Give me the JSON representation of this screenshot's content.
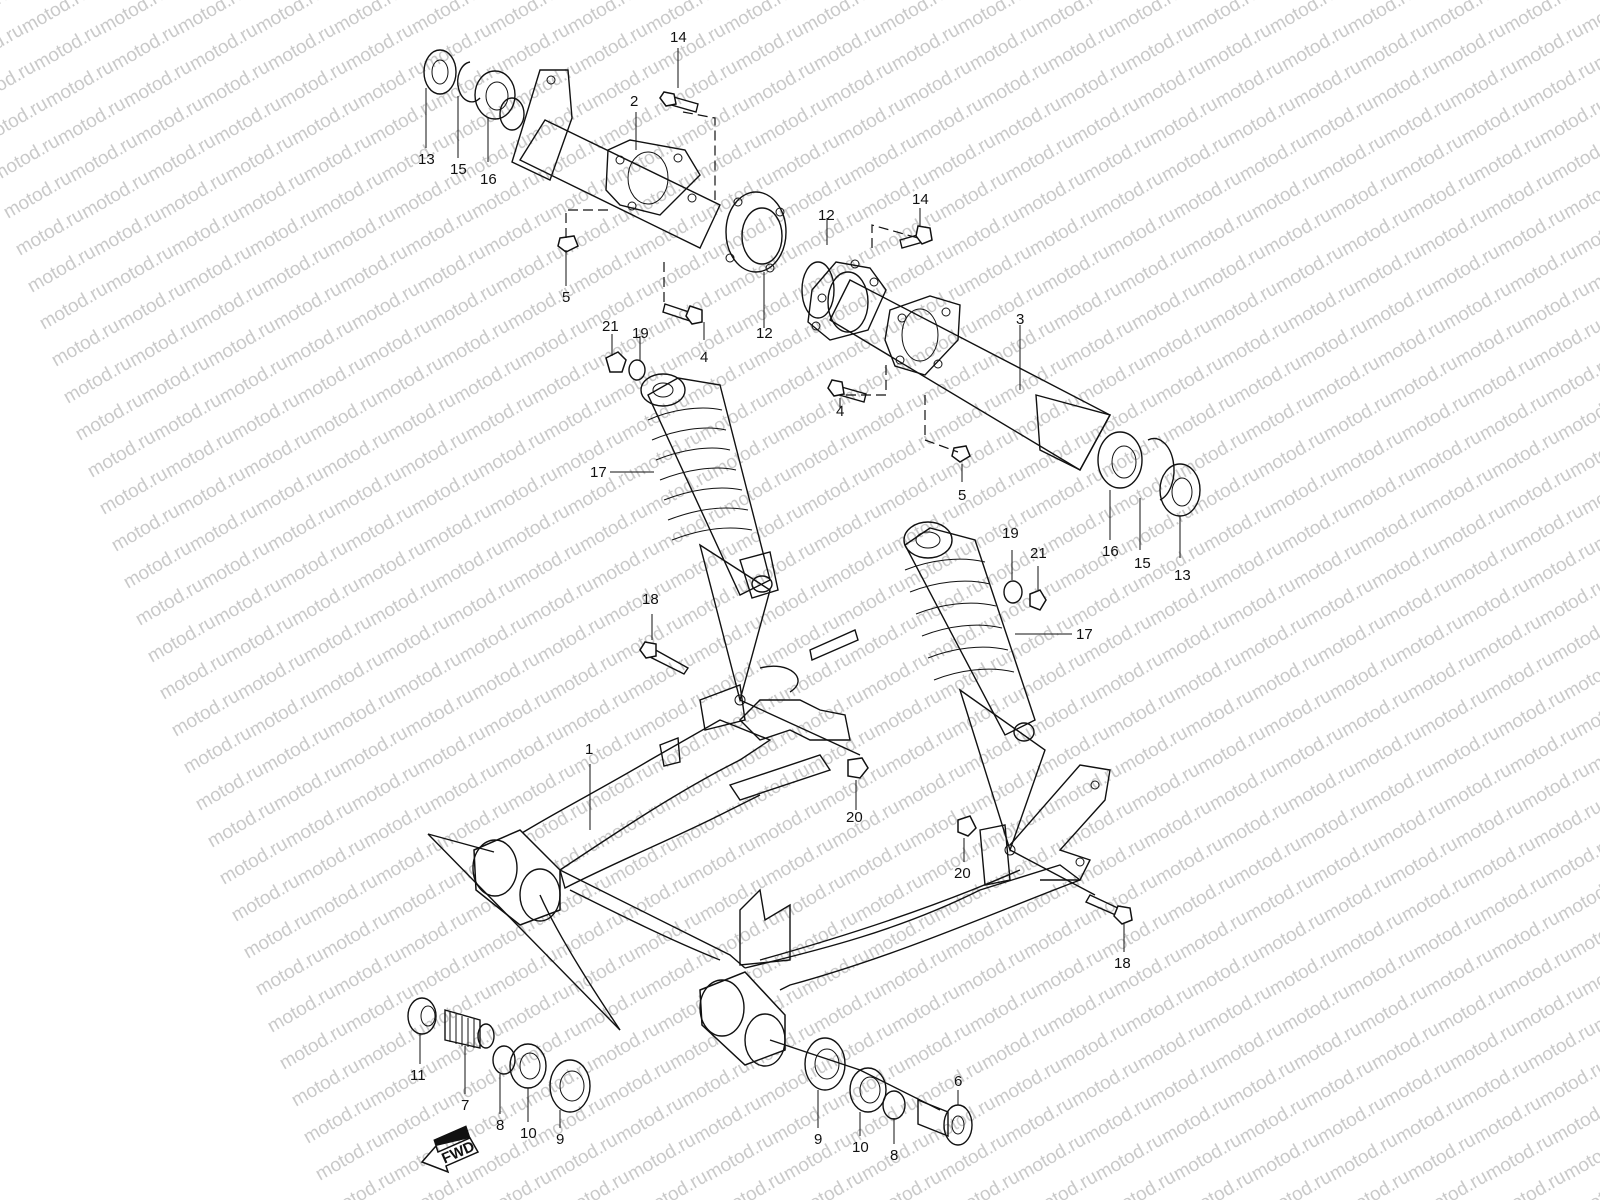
{
  "watermark": {
    "text": "motod.ru"
  },
  "direction_label": "FWD",
  "callouts": {
    "c13a": "13",
    "c15a": "15",
    "c16a": "16",
    "c2": "2",
    "c14a": "14",
    "c5a": "5",
    "c4a": "4",
    "c12a": "12",
    "c12b": "12",
    "c14b": "14",
    "c3": "3",
    "c21a": "21",
    "c19a": "19",
    "c17a": "17",
    "c4b": "4",
    "c5b": "5",
    "c16b": "16",
    "c15b": "15",
    "c13b": "13",
    "c19b": "19",
    "c21b": "21",
    "c17b": "17",
    "c18a": "18",
    "c1": "1",
    "c20a": "20",
    "c20b": "20",
    "c18b": "18",
    "c11": "11",
    "c7": "7",
    "c8a": "8",
    "c10a": "10",
    "c9a": "9",
    "c9b": "9",
    "c10b": "10",
    "c8b": "8",
    "c6": "6"
  }
}
